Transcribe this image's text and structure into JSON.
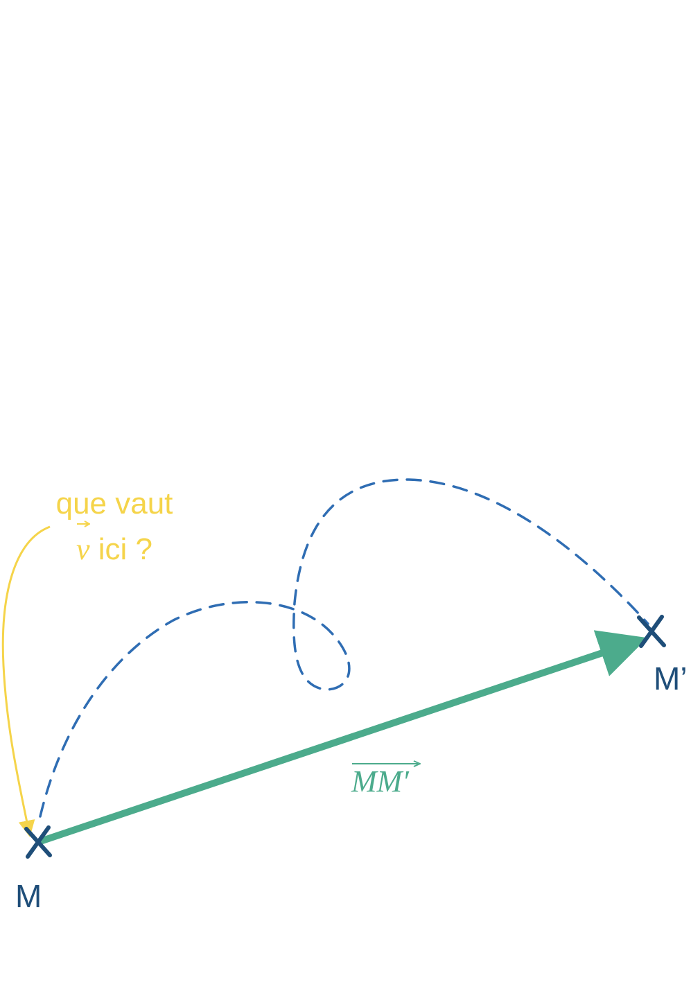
{
  "question": {
    "line1": "que vaut",
    "vector_symbol": "v",
    "line2_suffix": " ici ?"
  },
  "points": {
    "start_label": "M",
    "end_label": "M’"
  },
  "displacement": {
    "label": "MM′"
  },
  "colors": {
    "path": "#2f6db3",
    "displacement": "#4cab8c",
    "question": "#f5d44a",
    "point": "#1f4e79"
  }
}
